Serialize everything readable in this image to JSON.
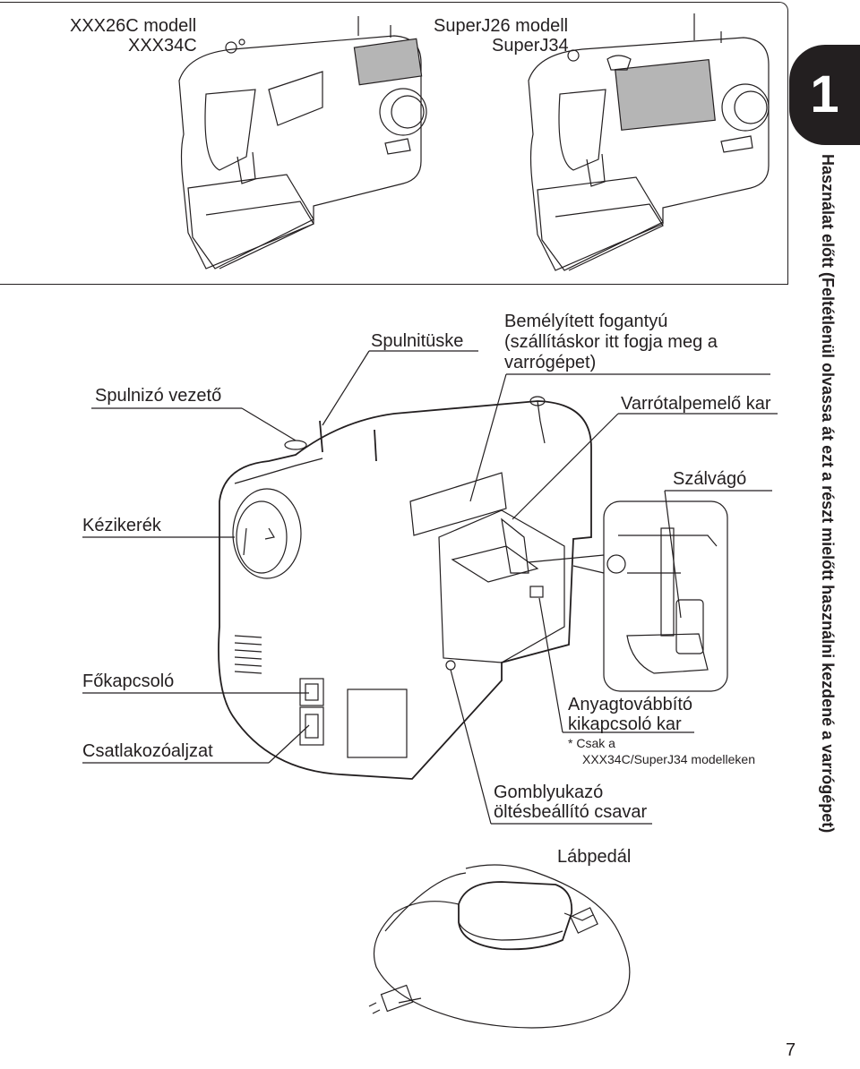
{
  "header": {
    "model_left_line1": "XXX26C modell",
    "model_left_line2": "XXX34C",
    "model_right_line1": "SuperJ26 modell",
    "model_right_line2": "SuperJ34"
  },
  "chapter": {
    "number": "1",
    "title": "Használat előtt (Feltétlenül olvassa át ezt a részt mielőtt használni kezdené a varrógépet)"
  },
  "labels": {
    "spulnituske": "Spulnitüske",
    "fogantyu_line1": "Bemélyített fogantyú",
    "fogantyu_line2": "(szállításkor itt fogja meg a",
    "fogantyu_line3": "varrógépet)",
    "spulnizo": "Spulnizó vezető",
    "varrotalp": "Varrótalpemelő kar",
    "szalvago": "Szálvágó",
    "kezikerek": "Kézikerék",
    "fokapcsolo": "Főkapcsoló",
    "csatlakozo": "Csatlakozóaljzat",
    "anyag_line1": "Anyagtovábbító",
    "anyag_line2": "kikapcsoló kar",
    "note_line1": "* Csak a",
    "note_line2": "XXX34C/SuperJ34 modelleken",
    "gomb_line1": "Gomblyukazó",
    "gomb_line2": "öltésbeállító csavar",
    "labpedal": "Lábpedál"
  },
  "footer": {
    "page_number": "7"
  }
}
